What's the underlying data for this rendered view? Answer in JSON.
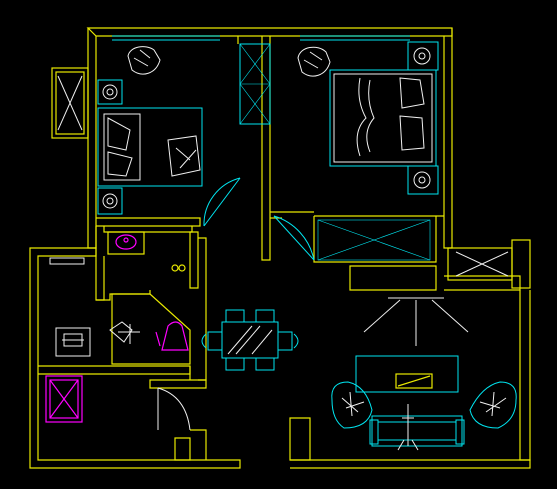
{
  "drawing": {
    "background": "#000000",
    "colors": {
      "walls": "#e8e800",
      "furniture": "#00e5f0",
      "fixtures": "#f0f0f0",
      "appliances": "#ff00ff"
    },
    "rooms": [
      {
        "name": "bedroom-left",
        "contents": [
          "double-bed",
          "nightstand-lamps",
          "armchair"
        ]
      },
      {
        "name": "bedroom-right",
        "contents": [
          "double-bed",
          "nightstand-lamps",
          "armchair"
        ]
      },
      {
        "name": "wardrobe",
        "contents": [
          "closet"
        ]
      },
      {
        "name": "bathroom",
        "contents": [
          "washbasin",
          "shower",
          "toilet",
          "washing-machine"
        ]
      },
      {
        "name": "dining",
        "contents": [
          "dining-table",
          "chairs-4"
        ]
      },
      {
        "name": "living",
        "contents": [
          "sofa",
          "armchairs-2",
          "tv-cabinet"
        ]
      },
      {
        "name": "balcony",
        "contents": [
          "storage"
        ]
      }
    ]
  }
}
